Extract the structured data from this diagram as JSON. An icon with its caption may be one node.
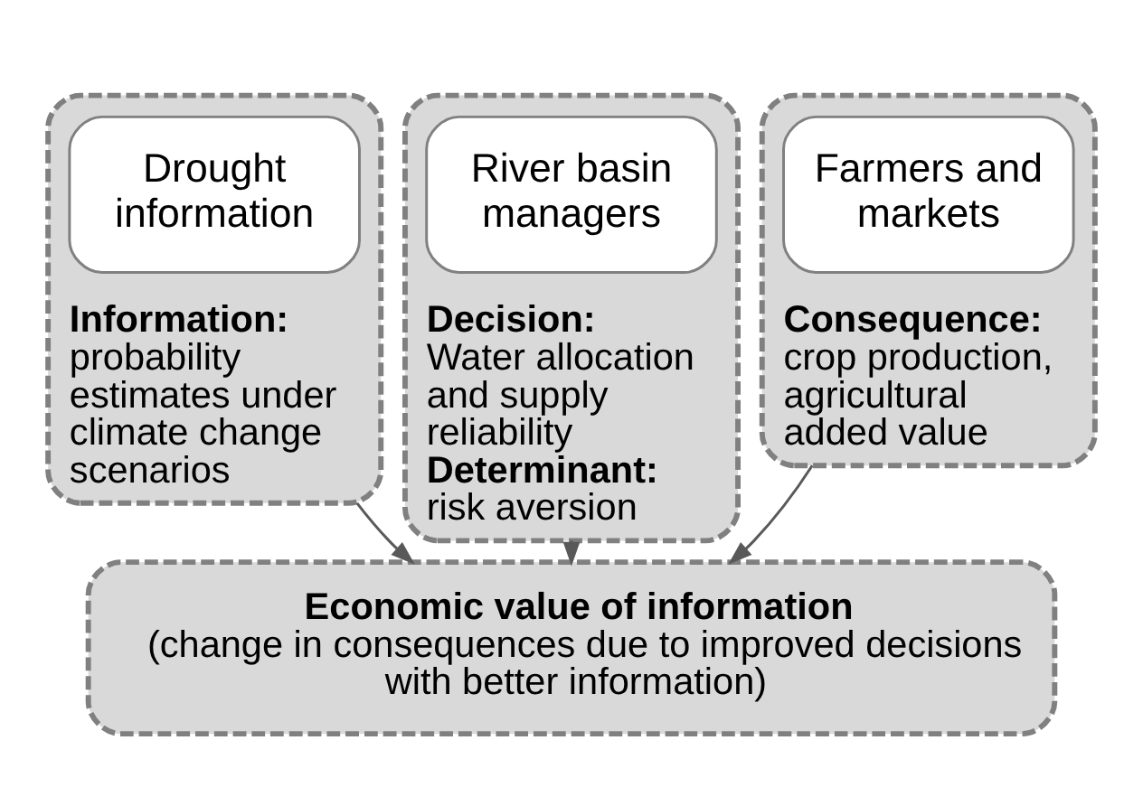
{
  "diagram": {
    "nodes": [
      {
        "text": [
          "Information:",
          "probability estimates under climate change scenarios"
        ]
      },
      {
        "text": [
          "Drought information"
        ],
        "in": 0
      },
      {
        "text": [
          "Decision:",
          "Water allocation and supply reliability",
          "Determinant:",
          "risk aversion"
        ]
      },
      {
        "text": [
          "River basin managers"
        ],
        "in": 2
      },
      {
        "text": [
          "Consequence:",
          "crop production, agricultural added value"
        ]
      },
      {
        "text": [
          "Farmers and markets"
        ],
        "in": 4
      },
      {
        "text": [
          "Economic value of information",
          "(change in consequences due to improved decisions with better information)"
        ]
      }
    ],
    "edges": [
      {
        "from": 0,
        "to": 6,
        "arrow": "to"
      },
      {
        "from": 2,
        "to": 6,
        "arrow": "to"
      },
      {
        "from": 4,
        "to": 6,
        "arrow": "to"
      }
    ]
  }
}
